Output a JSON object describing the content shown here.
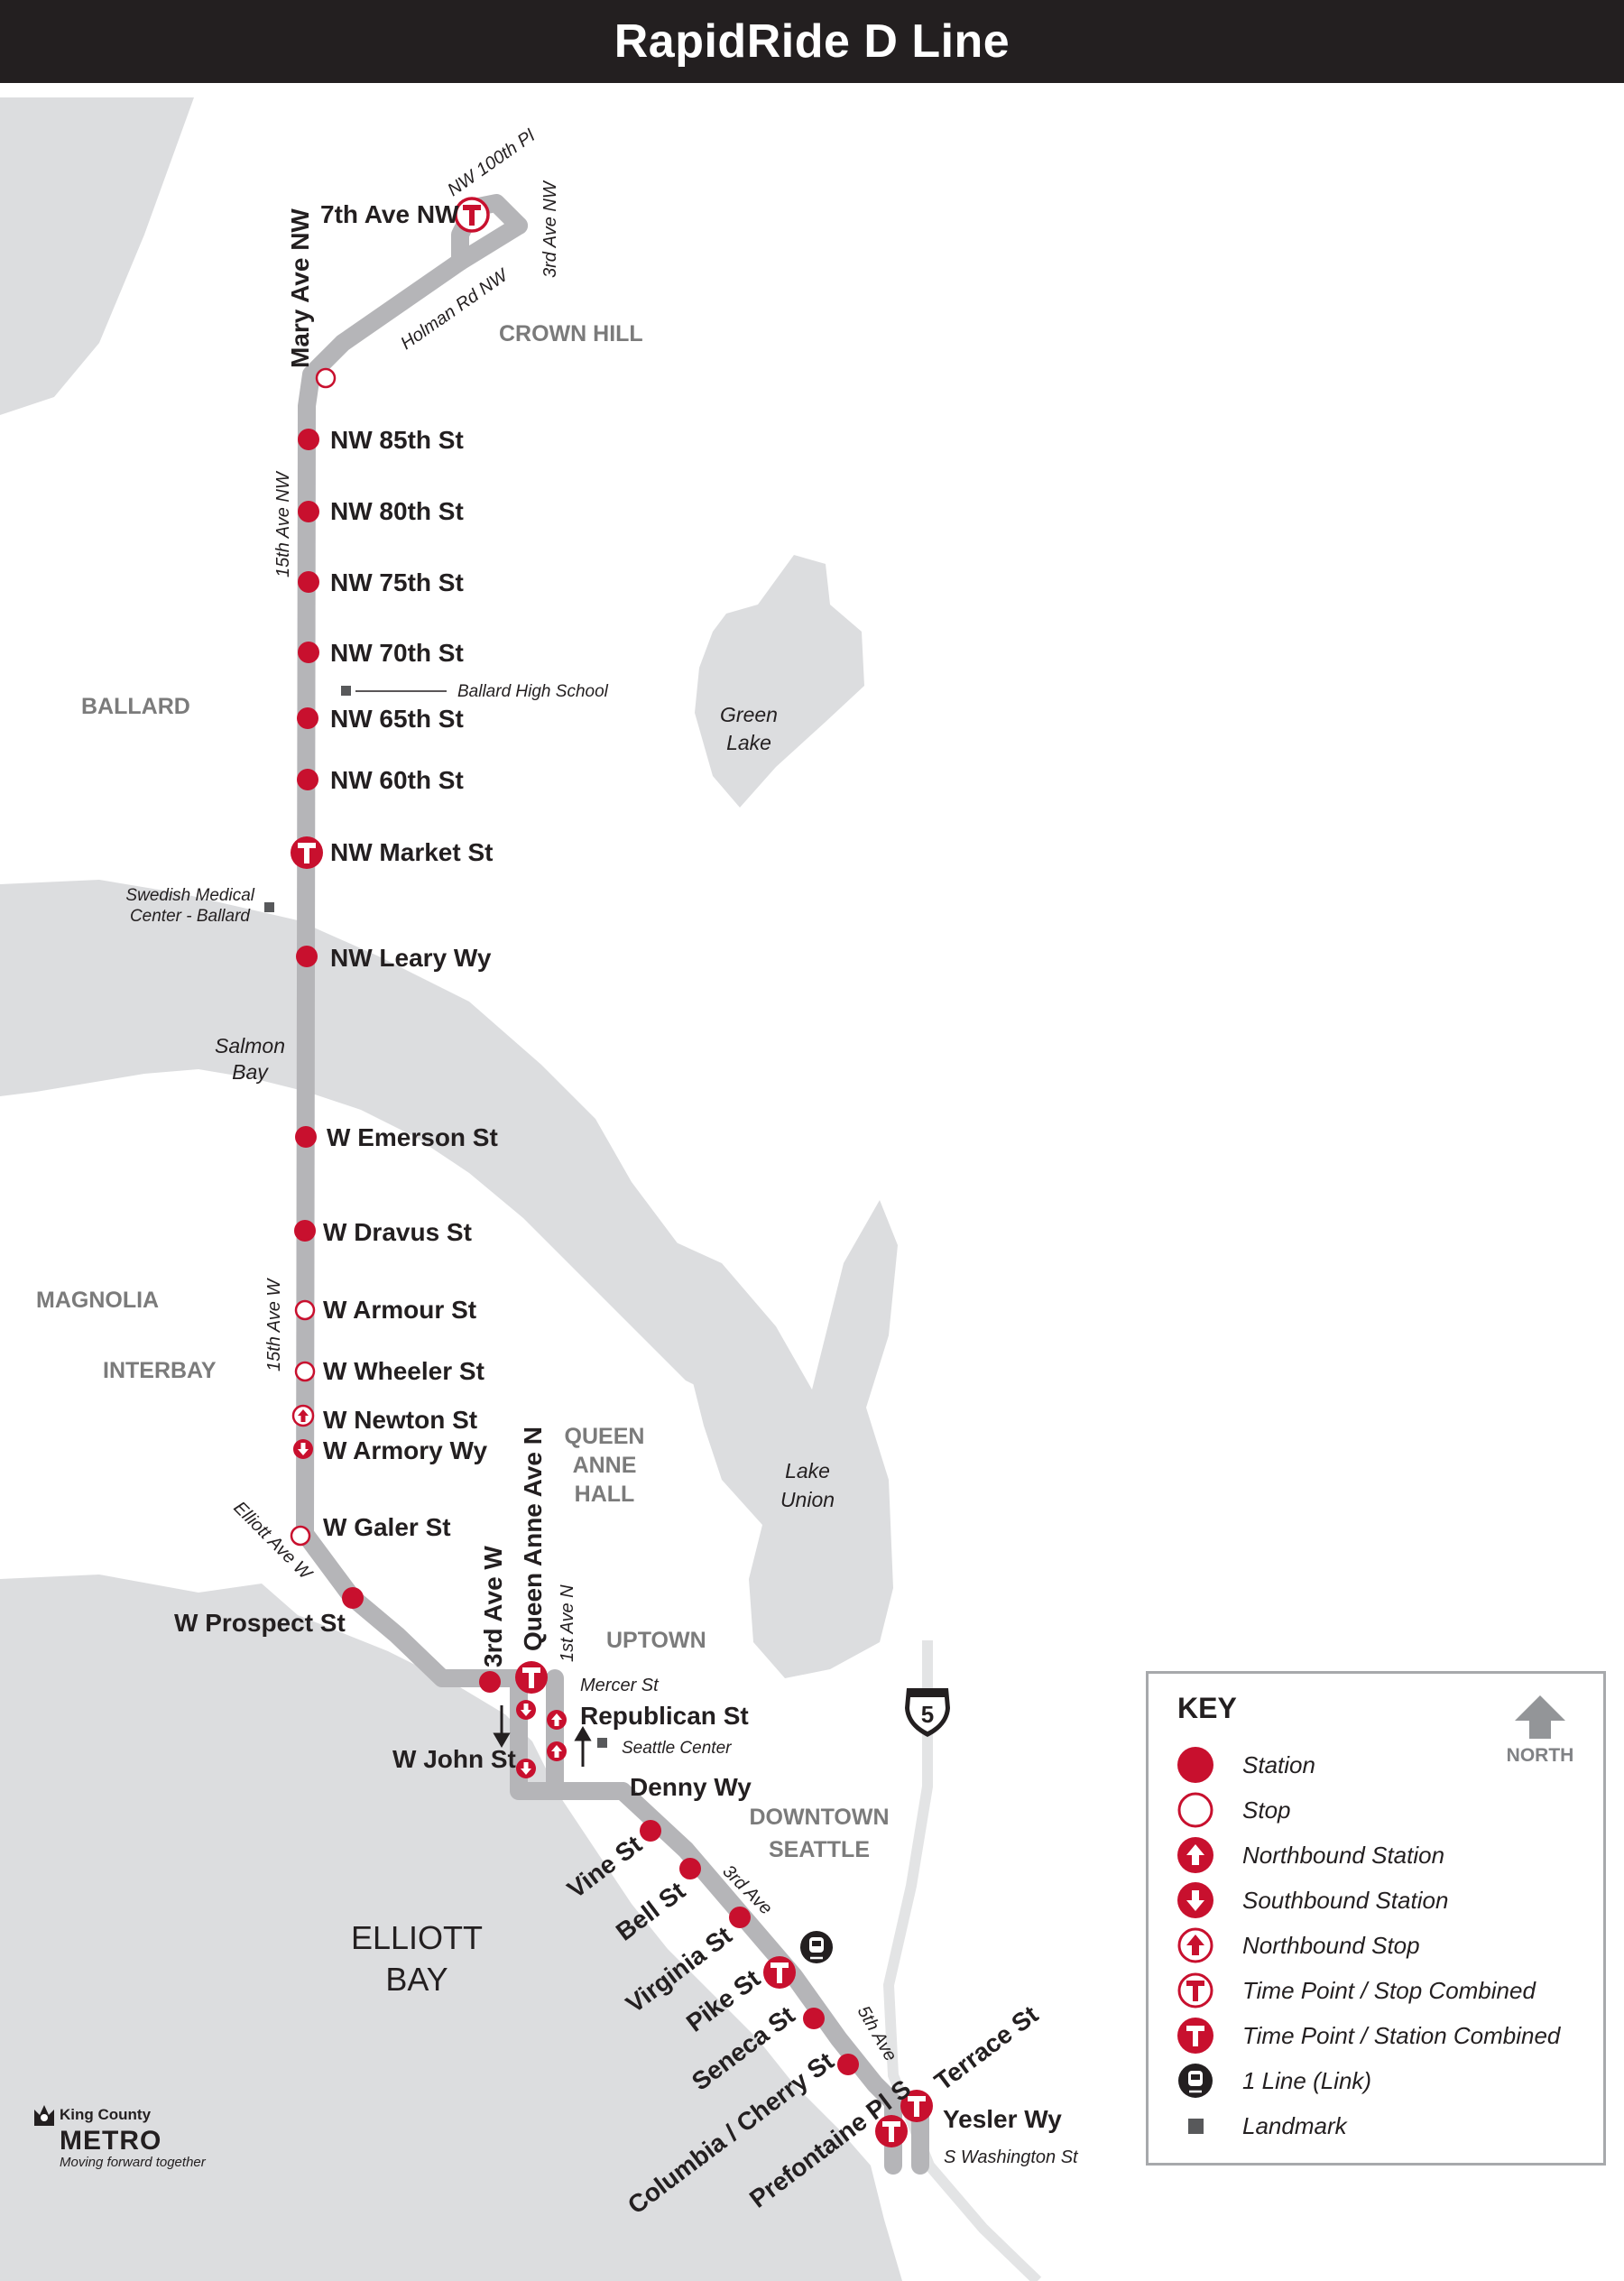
{
  "title": "RapidRide D Line",
  "colors": {
    "route": "#b5b5b8",
    "station": "#c8102e",
    "water": "#dcdddf",
    "title_bar": "#231f20",
    "neighborhood": "#7b7b7b"
  },
  "stations": [
    {
      "id": "7th-ave-nw",
      "label": "7th Ave NW",
      "type": "timepoint-stop"
    },
    {
      "id": "mary-ave-nw",
      "label": "Mary Ave NW",
      "type": "stop"
    },
    {
      "id": "nw-85th",
      "label": "NW 85th St",
      "type": "station"
    },
    {
      "id": "nw-80th",
      "label": "NW 80th St",
      "type": "station"
    },
    {
      "id": "nw-75th",
      "label": "NW 75th St",
      "type": "station"
    },
    {
      "id": "nw-70th",
      "label": "NW 70th St",
      "type": "station"
    },
    {
      "id": "nw-65th",
      "label": "NW 65th St",
      "type": "station"
    },
    {
      "id": "nw-60th",
      "label": "NW 60th St",
      "type": "station"
    },
    {
      "id": "nw-market",
      "label": "NW Market St",
      "type": "timepoint-station"
    },
    {
      "id": "nw-leary",
      "label": "NW Leary Wy",
      "type": "station"
    },
    {
      "id": "w-emerson",
      "label": "W Emerson St",
      "type": "station"
    },
    {
      "id": "w-dravus",
      "label": "W Dravus St",
      "type": "station"
    },
    {
      "id": "w-armour",
      "label": "W Armour St",
      "type": "stop"
    },
    {
      "id": "w-wheeler",
      "label": "W Wheeler St",
      "type": "stop"
    },
    {
      "id": "w-newton",
      "label": "W Newton St",
      "type": "northbound-stop"
    },
    {
      "id": "w-armory",
      "label": "W Armory Wy",
      "type": "southbound-station"
    },
    {
      "id": "w-galer",
      "label": "W Galer St",
      "type": "stop"
    },
    {
      "id": "w-prospect",
      "label": "W Prospect St",
      "type": "station"
    },
    {
      "id": "3rd-ave-w",
      "label": "3rd Ave W",
      "type": "station"
    },
    {
      "id": "queen-anne-ave-n",
      "label": "Queen Anne Ave N",
      "type": "timepoint-station"
    },
    {
      "id": "republican",
      "label": "Republican St",
      "type": "northbound-station"
    },
    {
      "id": "w-john",
      "label": "W John St",
      "type": "southbound-station"
    },
    {
      "id": "denny",
      "label": "Denny Wy",
      "type": "station"
    },
    {
      "id": "vine",
      "label": "Vine St",
      "type": "station"
    },
    {
      "id": "bell",
      "label": "Bell St",
      "type": "station"
    },
    {
      "id": "virginia",
      "label": "Virginia St",
      "type": "station"
    },
    {
      "id": "pike",
      "label": "Pike St",
      "type": "timepoint-station"
    },
    {
      "id": "seneca",
      "label": "Seneca St",
      "type": "station"
    },
    {
      "id": "columbia-cherry",
      "label": "Columbia / Cherry St",
      "type": "station"
    },
    {
      "id": "prefontaine",
      "label": "Prefontaine Pl S",
      "type": "timepoint-station"
    },
    {
      "id": "yesler",
      "label": "Yesler Wy",
      "type": "timepoint-station"
    },
    {
      "id": "terrace",
      "label": "Terrace St",
      "type": "label"
    }
  ],
  "streets": {
    "nw_100th": "NW 100th Pl",
    "third_ave_nw": "3rd Ave NW",
    "holman": "Holman Rd NW",
    "fifteenth_nw": "15th Ave NW",
    "fifteenth_w": "15th Ave W",
    "elliott": "Elliott Ave W",
    "first_ave_n": "1st Ave N",
    "mercer": "Mercer St",
    "third_ave": "3rd Ave",
    "fifth_ave": "5th Ave",
    "s_washington": "S Washington  St"
  },
  "neighborhoods": {
    "crown_hill": "CROWN HILL",
    "ballard": "BALLARD",
    "magnolia": "MAGNOLIA",
    "interbay": "INTERBAY",
    "queen_anne_1": "QUEEN",
    "queen_anne_2": "ANNE",
    "queen_anne_3": "HALL",
    "uptown": "UPTOWN",
    "downtown_1": "DOWNTOWN",
    "downtown_2": "SEATTLE"
  },
  "water": {
    "green_lake_1": "Green",
    "green_lake_2": "Lake",
    "salmon_bay_1": "Salmon",
    "salmon_bay_2": "Bay",
    "lake_union_1": "Lake",
    "lake_union_2": "Union",
    "elliott_bay_1": "ELLIOTT",
    "elliott_bay_2": "BAY"
  },
  "landmarks": {
    "ballard_hs": "Ballard High School",
    "swedish_1": "Swedish Medical",
    "swedish_2": "Center - Ballard",
    "seattle_center": "Seattle Center"
  },
  "interstate": "5",
  "key": {
    "title": "KEY",
    "north_label": "NORTH",
    "items": [
      {
        "label": "Station",
        "symbol": "station-icon"
      },
      {
        "label": "Stop",
        "symbol": "stop-icon"
      },
      {
        "label": "Northbound Station",
        "symbol": "northbound-station-icon"
      },
      {
        "label": "Southbound Station",
        "symbol": "southbound-station-icon"
      },
      {
        "label": "Northbound Stop",
        "symbol": "northbound-stop-icon"
      },
      {
        "label": "Time Point / Stop Combined",
        "symbol": "timepoint-stop-icon"
      },
      {
        "label": "Time Point / Station Combined",
        "symbol": "timepoint-station-icon"
      },
      {
        "label": "1 Line (Link)",
        "symbol": "light-rail-icon"
      },
      {
        "label": "Landmark",
        "symbol": "landmark-icon"
      }
    ]
  },
  "logo": {
    "line1": "King County",
    "line2": "METRO",
    "tagline": "Moving forward together"
  }
}
